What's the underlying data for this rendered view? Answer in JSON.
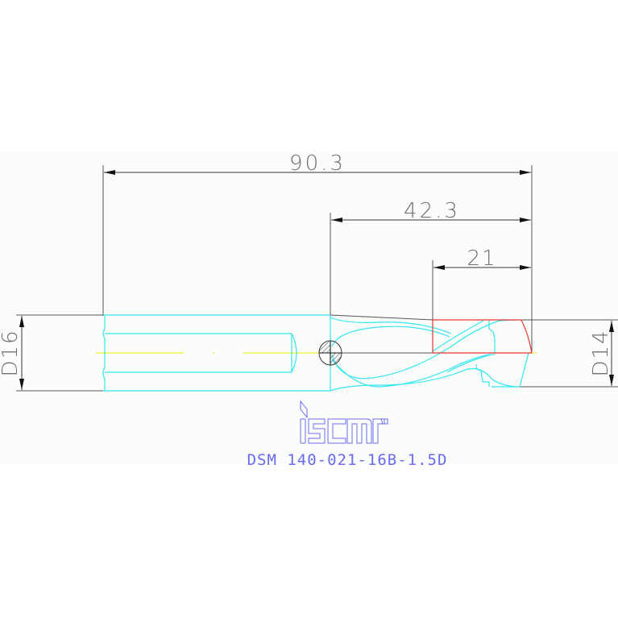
{
  "drawing": {
    "title": "DSM 140-021-16B-1.5D",
    "brand": "iscar",
    "dimensions": {
      "overall_length": "90.3",
      "head_length": "42.3",
      "flute_length": "21",
      "shank_diameter": "D16",
      "drill_diameter": "D14"
    },
    "colors": {
      "outline": "#33e6f0",
      "dimension": "#333333",
      "centerline": "#f0f000",
      "cutting_zone": "#ee3333",
      "logo": "#6a6af0",
      "background": "#fbfdfb"
    }
  }
}
